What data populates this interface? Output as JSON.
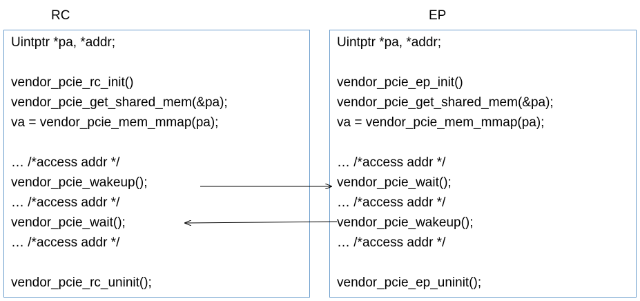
{
  "columns": {
    "rc": {
      "title": "RC",
      "lines": [
        "Uintptr *pa, *addr;",
        "vendor_pcie_rc_init()",
        "vendor_pcie_get_shared_mem(&pa);",
        "va = vendor_pcie_mem_mmap(pa);",
        "… /*access addr */",
        "vendor_pcie_wakeup();",
        "… /*access addr */",
        "vendor_pcie_wait();",
        "… /*access addr */",
        "vendor_pcie_rc_uninit();"
      ]
    },
    "ep": {
      "title": "EP",
      "lines": [
        "Uintptr *pa, *addr;",
        "vendor_pcie_ep_init()",
        "vendor_pcie_get_shared_mem(&pa);",
        "va = vendor_pcie_mem_mmap(pa);",
        "… /*access addr */",
        "vendor_pcie_wait();",
        "… /*access addr */",
        "vendor_pcie_wakeup();",
        "… /*access addr */",
        "vendor_pcie_ep_uninit();"
      ]
    }
  },
  "colors": {
    "panel_border": "#6a9ccc",
    "text": "#000000",
    "arrow": "#000000"
  }
}
